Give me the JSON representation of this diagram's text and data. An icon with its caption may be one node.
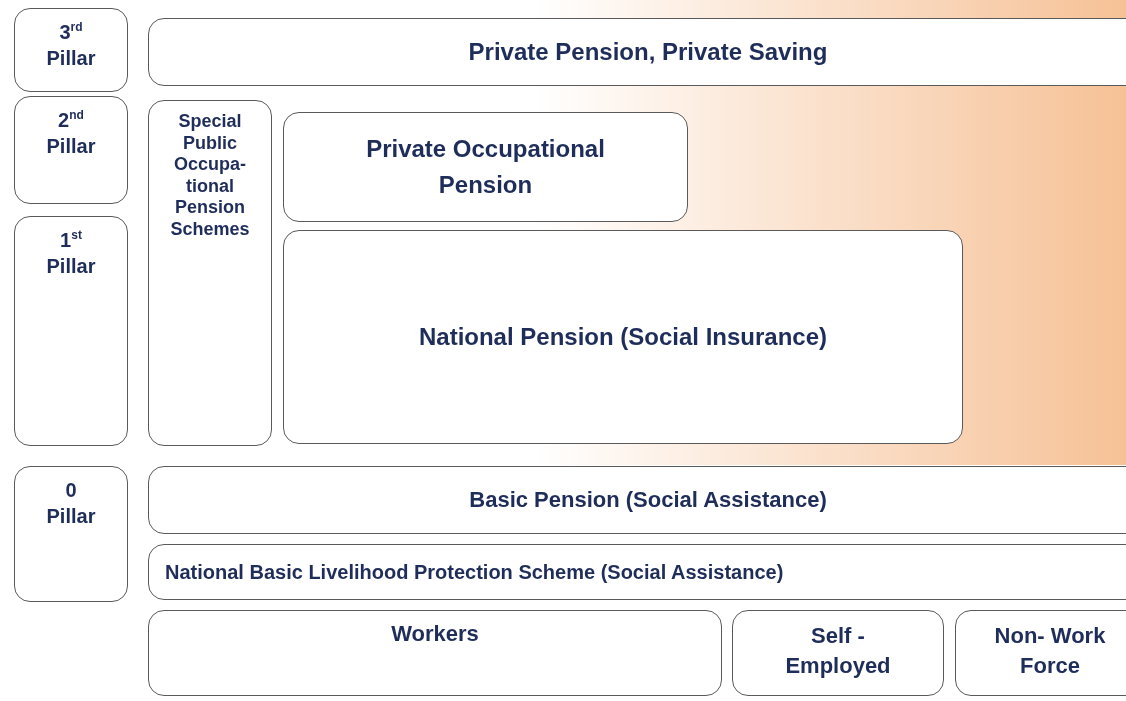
{
  "diagram": {
    "nodes": [
      {
        "text": [
          "3$^{rd}$ Pillar"
        ]
      },
      {
        "text": [
          "Private Pension, Private Saving"
        ]
      },
      {
        "text": [
          "2$^{nd}$ Pillar"
        ]
      },
      {
        "text": [
          "Special Public Occupa- tional Pension Schemes"
        ]
      },
      {
        "text": [
          "Private Occupational Pension"
        ]
      },
      {
        "text": [
          "1$^{st}$ Pillar"
        ]
      },
      {
        "text": [
          "National Pension (Social Insurance)"
        ]
      },
      {
        "text": [
          "0 Pillar"
        ]
      },
      {
        "text": [
          "Basic Pension (Social Assistance)"
        ]
      },
      {
        "text": [
          "National Basic Livelihood Protection Scheme (Social Assistance)"
        ]
      },
      {
        "text": [
          "Workers"
        ]
      },
      {
        "text": [
          "Self - Employed"
        ]
      },
      {
        "text": [
          "Non- Work Force"
        ]
      }
    ],
    "edges": []
  }
}
